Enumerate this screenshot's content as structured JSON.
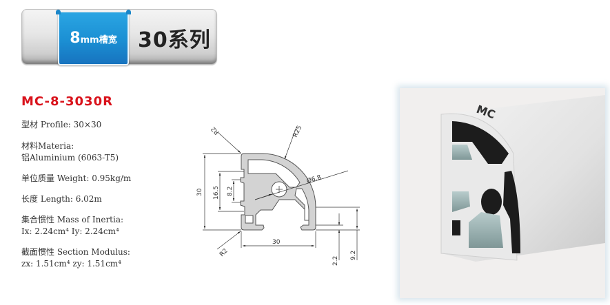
{
  "header": {
    "tab_number": "8",
    "tab_text": "mm槽宽",
    "series_title": "30系列"
  },
  "product": {
    "model": "MC-8-3030R",
    "specs": {
      "profile": "型材 Profile: 30×30",
      "material_label": "材料Materia:",
      "material_value": "铝Aluminium (6063-T5)",
      "weight": "单位质量 Weight: 0.95kg/m",
      "length": "长度 Length: 6.02m",
      "inertia_label": "集合惯性 Mass of Inertia:",
      "inertia_value": "Ix: 2.24cm⁴   Iy: 2.24cm⁴",
      "modulus_label": "截面惯性 Section Modulus:",
      "modulus_value": "zx: 1.51cm⁴  zy: 1.51cm⁴"
    }
  },
  "drawing": {
    "dimensions": {
      "height": "30",
      "width": "30",
      "slot_outer": "16.5",
      "slot_inner": "8.2",
      "radius_outer": "R25",
      "corner_top": "R2",
      "corner_bottom": "R2",
      "bore": "Ø6.8",
      "offset_small": "2.2",
      "offset_large": "9.2"
    }
  },
  "photo": {
    "marking": "MC"
  },
  "colors": {
    "accent_red": "#d9121b",
    "tab_blue": "#1b8fd3",
    "profile_gray": "#d3d3d3"
  }
}
